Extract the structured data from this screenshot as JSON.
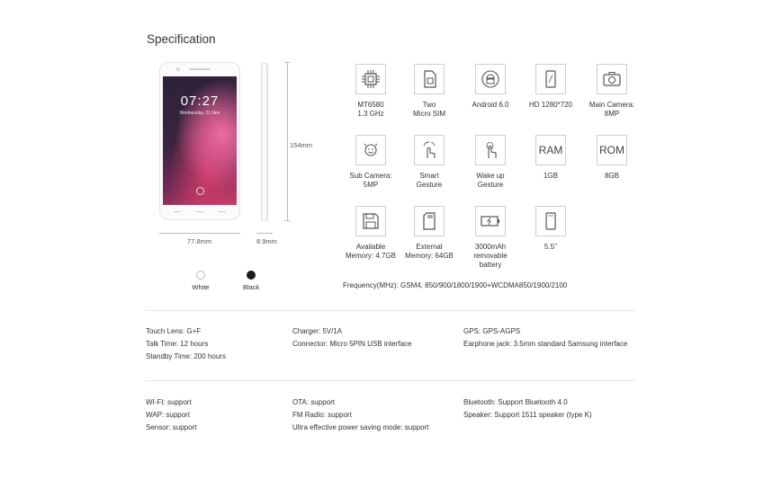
{
  "title": "Specification",
  "phone": {
    "clock": "07:27",
    "date": "Wednesday, 21 Nov",
    "height_label": "154mm",
    "width_label": "77.8mm",
    "depth_label": "8.9mm"
  },
  "colors": [
    {
      "name": "White",
      "hex": "#ffffff"
    },
    {
      "name": "Black",
      "hex": "#1a1a1a"
    }
  ],
  "specs": [
    {
      "icon": "cpu-icon",
      "label": "MT6580\n1.3 GHz"
    },
    {
      "icon": "sim-card-icon",
      "label": "Two\nMicro SIM"
    },
    {
      "icon": "android-icon",
      "label": "Android 6.0"
    },
    {
      "icon": "hd-screen-icon",
      "label": "HD 1280*720"
    },
    {
      "icon": "camera-icon",
      "label": "Main Camera:\n8MP"
    },
    {
      "icon": "selfie-camera-icon",
      "label": "Sub Camera:\n5MP"
    },
    {
      "icon": "gesture-icon",
      "label": "Smart\nGesture"
    },
    {
      "icon": "tap-gesture-icon",
      "label": "Wake up\nGesture"
    },
    {
      "icon": "ram-icon",
      "icon_text": "RAM",
      "label": "1GB"
    },
    {
      "icon": "rom-icon",
      "icon_text": "ROM",
      "label": "8GB"
    },
    {
      "icon": "floppy-disk-icon",
      "label": "Available\nMemory: 4.7GB"
    },
    {
      "icon": "sd-card-icon",
      "label": "External\nMemory: 64GB"
    },
    {
      "icon": "battery-icon",
      "label": "3000mAh\nremovable battery"
    },
    {
      "icon": "screen-size-icon",
      "label": "5.5''"
    }
  ],
  "frequency": "Frequency(MHz): GSM4, 850/900/1800/1900+WCDMA850/1900/2100",
  "details_1": {
    "col1": [
      "Touch Lens: G+F",
      "Talk Time: 12 hours",
      "Standby Time: 200 hours"
    ],
    "col2": [
      "Charger: 5V/1A",
      "Connector: Micro 5PIN USB interface"
    ],
    "col3": [
      "GPS: GPS-AGPS",
      "Earphone jack: 3.5mm standard Samsung interface"
    ]
  },
  "details_2": {
    "col1": [
      "WI-FI: support",
      "WAP: support",
      "Sensor: support"
    ],
    "col2": [
      "OTA: support",
      "FM Radio: support",
      "Ultra effective power saving mode: support"
    ],
    "col3": [
      "Bluetooth: Support Bluetooth 4.0",
      "Speaker: Support 1511 speaker (type K)"
    ]
  }
}
